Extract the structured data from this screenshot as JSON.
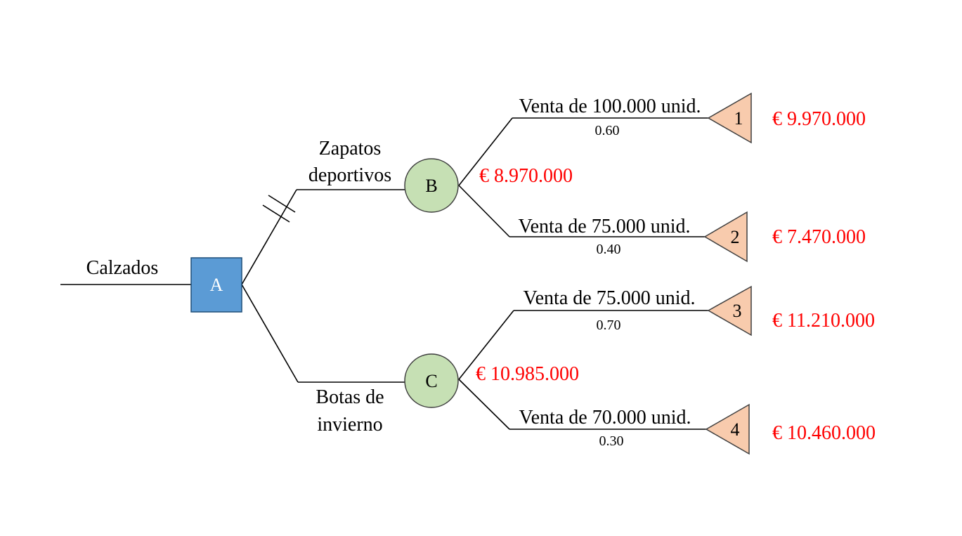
{
  "colors": {
    "decision_fill": "#5b9bd5",
    "decision_stroke": "#1f4e79",
    "chance_fill": "#c6e0b4",
    "chance_stroke": "#3f3f3f",
    "terminal_fill": "#f8cbad",
    "terminal_stroke": "#3f3f3f",
    "money": "#ff0000",
    "text": "#000000"
  },
  "root": {
    "label": "Calzados"
  },
  "decision": {
    "id": "A"
  },
  "branches": [
    {
      "label_line1": "Zapatos",
      "label_line2": "deportivos",
      "pruned": true,
      "node_id": "B",
      "expected_value": "€ 8.970.000",
      "outcomes": [
        {
          "label": "Venta de 100.000 unid.",
          "probability": "0.60",
          "terminal_id": "1",
          "value": "€ 9.970.000"
        },
        {
          "label": "Venta de 75.000 unid.",
          "probability": "0.40",
          "terminal_id": "2",
          "value": "€ 7.470.000"
        }
      ]
    },
    {
      "label_line1": "Botas de",
      "label_line2": "invierno",
      "pruned": false,
      "node_id": "C",
      "expected_value": "€ 10.985.000",
      "outcomes": [
        {
          "label": "Venta de 75.000 unid.",
          "probability": "0.70",
          "terminal_id": "3",
          "value": "€ 11.210.000"
        },
        {
          "label": "Venta de 70.000 unid.",
          "probability": "0.30",
          "terminal_id": "4",
          "value": "€ 10.460.000"
        }
      ]
    }
  ]
}
